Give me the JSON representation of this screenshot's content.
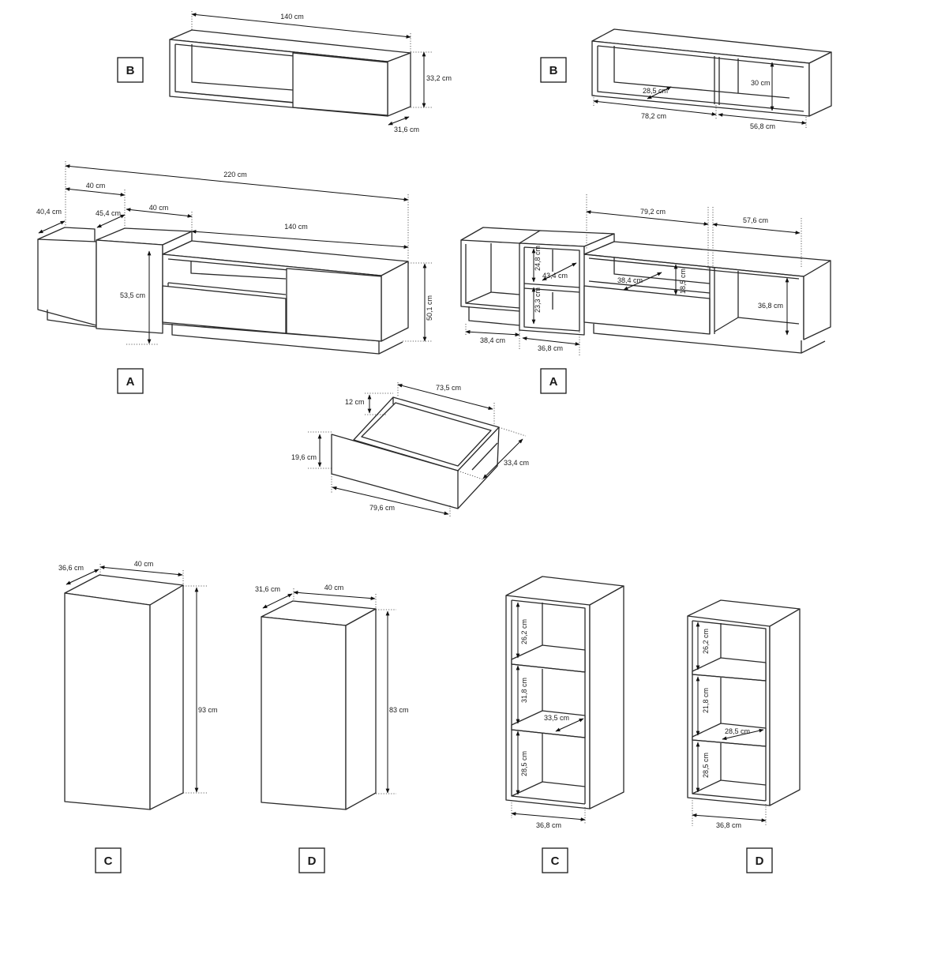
{
  "labels": {
    "b_top_left": "B",
    "b_top_right": "B",
    "a_left": "A",
    "a_right": "A",
    "c_left": "C",
    "d_left": "D",
    "c_right": "C",
    "d_right": "D"
  },
  "dimensions": {
    "b_closed_width": "140 cm",
    "b_closed_height": "33,2 cm",
    "b_closed_depth": "31,6 cm",
    "b_open_inner_depth": "28,5 cm",
    "b_open_inner_height": "30 cm",
    "b_open_left_width": "78,2 cm",
    "b_open_right_width": "56,8 cm",
    "a_total_width": "220 cm",
    "a_cab1_width": "40 cm",
    "a_cab1_depth": "40,4 cm",
    "a_cab2_depth": "45,4 cm",
    "a_cab2_width": "40 cm",
    "a_lowboard_width": "140 cm",
    "a_cab2_height": "53,5 cm",
    "a_total_height": "50,1 cm",
    "a_open_upper_height": "24,8 cm",
    "a_open_upper_depth": "43,4 cm",
    "a_open_lower_height": "23,3 cm",
    "a_open_left_width": "38,4 cm",
    "a_open_mid_width": "36,8 cm",
    "a_open_drawer_width": "79,2 cm",
    "a_open_right_width": "57,6 cm",
    "a_open_drawer_depth": "38,4 cm",
    "a_open_drawer_height": "18,5 cm",
    "a_open_right_height": "36,8 cm",
    "drawer_top_width": "73,5 cm",
    "drawer_side_height": "12 cm",
    "drawer_front_height": "19,6 cm",
    "drawer_depth": "33,4 cm",
    "drawer_front_width": "79,6 cm",
    "c_closed_depth": "36,6 cm",
    "c_closed_width": "40 cm",
    "c_closed_height": "93 cm",
    "d_closed_depth": "31,6 cm",
    "d_closed_width": "40 cm",
    "d_closed_height": "83 cm",
    "c_open_shelf1": "26,2 cm",
    "c_open_shelf2": "31,8 cm",
    "c_open_shelf3": "28,5 cm",
    "c_open_depth": "33,5 cm",
    "c_open_width": "36,8 cm",
    "d_open_shelf1": "26,2 cm",
    "d_open_shelf2": "21,8 cm",
    "d_open_shelf3": "28,5 cm",
    "d_open_depth": "28,5 cm",
    "d_open_width": "36,8 cm"
  }
}
